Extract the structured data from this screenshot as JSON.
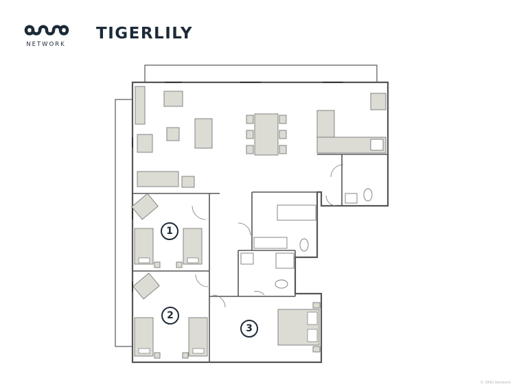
{
  "brand": {
    "logo_icon": "ono-logo-icon",
    "logo_text": "NETWORK"
  },
  "property": {
    "name": "TIGERLILY"
  },
  "rooms": [
    {
      "number": "1"
    },
    {
      "number": "2"
    },
    {
      "number": "3"
    }
  ],
  "footer": {
    "copyright": "© ONO Network"
  },
  "colors": {
    "text": "#1d2a38",
    "wall": "#555555",
    "furniture_fill": "#dcdcd4",
    "furniture_stroke": "#777777"
  }
}
